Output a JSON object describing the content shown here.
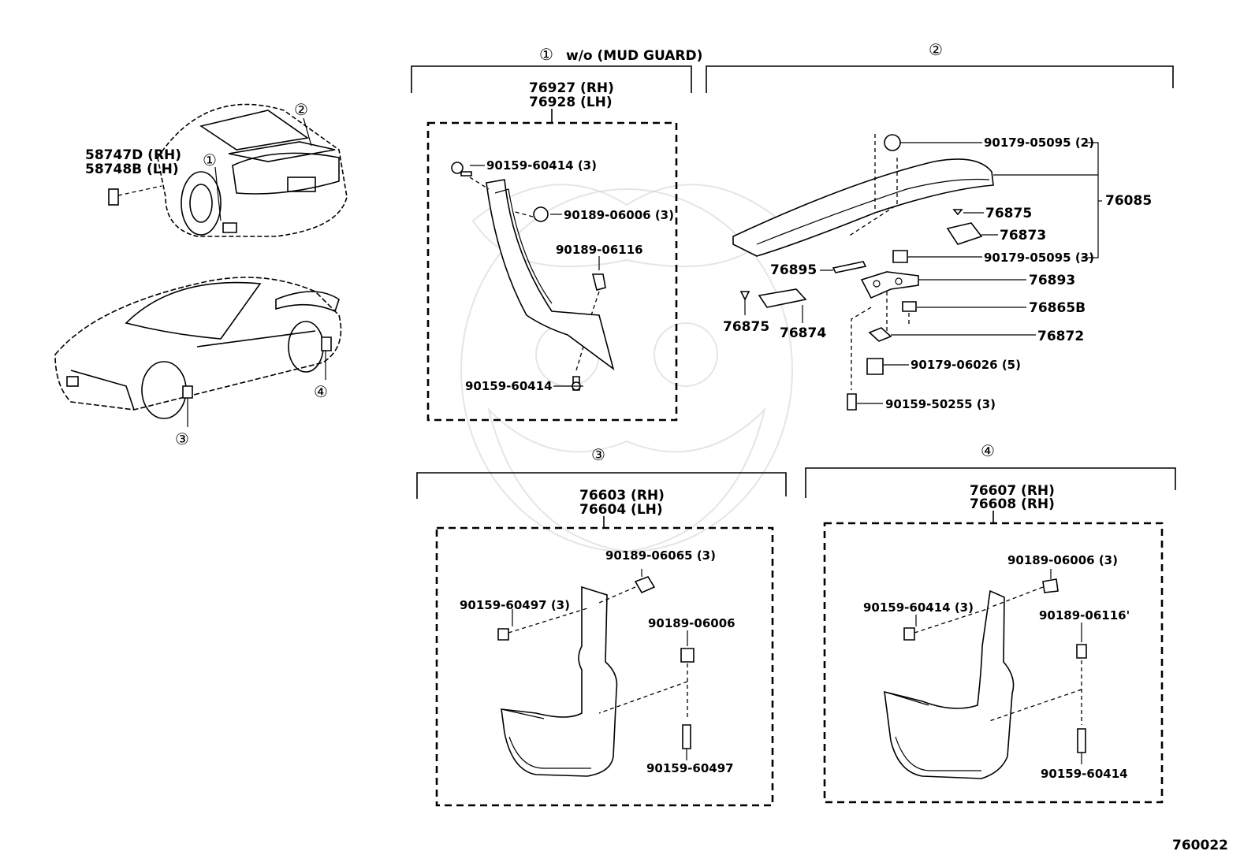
{
  "sections": {
    "s1": {
      "marker": "①",
      "label": "w/o (MUD  GUARD)"
    },
    "s2": {
      "marker": "②"
    },
    "s3": {
      "marker": "③"
    },
    "s4": {
      "marker": "④"
    }
  },
  "overview": {
    "emblem_rh": "58747D (RH)",
    "emblem_lh": "58748B (LH)",
    "m1": "①",
    "m2": "②",
    "m3": "③",
    "m4": "④"
  },
  "group1": {
    "title_rh": "76927 (RH)",
    "title_lh": "76928 (LH)",
    "parts": [
      "90159-60414 (3)",
      "90189-06006 (3)",
      "90189-06116",
      "90159-60414"
    ]
  },
  "group2": {
    "parts": [
      "90179-05095 (2)",
      "76085",
      "76875",
      "76873",
      "90179-05095 (3)",
      "76895",
      "76893",
      "76865B",
      "76875",
      "76874",
      "76872",
      "90179-06026 (5)",
      "90159-50255 (3)"
    ]
  },
  "group3": {
    "title_rh": "76603 (RH)",
    "title_lh": "76604 (LH)",
    "parts": [
      "90189-06065 (3)",
      "90159-60497 (3)",
      "90189-06006",
      "90159-60497"
    ]
  },
  "group4": {
    "title_rh": "76607 (RH)",
    "title_lh": "76608 (RH)",
    "parts": [
      "90189-06006 (3)",
      "90159-60414 (3)",
      "90189-06116'",
      "90159-60414"
    ]
  },
  "figure_number": "760022"
}
